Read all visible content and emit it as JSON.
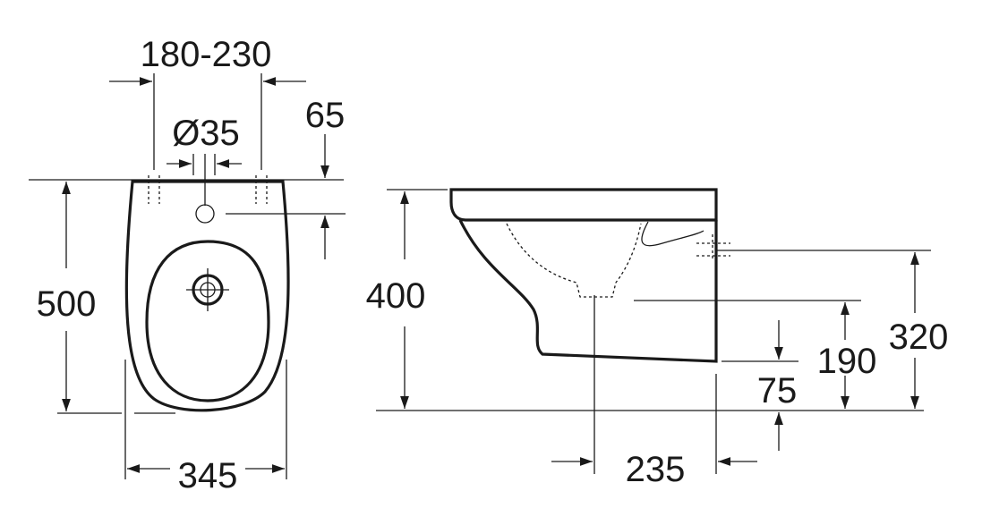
{
  "dimensions": {
    "front_hole_spacing": "180-230",
    "hole_diameter": "Ø35",
    "front_top_offset": "65",
    "front_height": "500",
    "front_width": "345",
    "side_height": "400",
    "side_outlet_height": "320",
    "side_mid_height": "190",
    "side_bottom_offset": "75",
    "side_depth": "235"
  }
}
